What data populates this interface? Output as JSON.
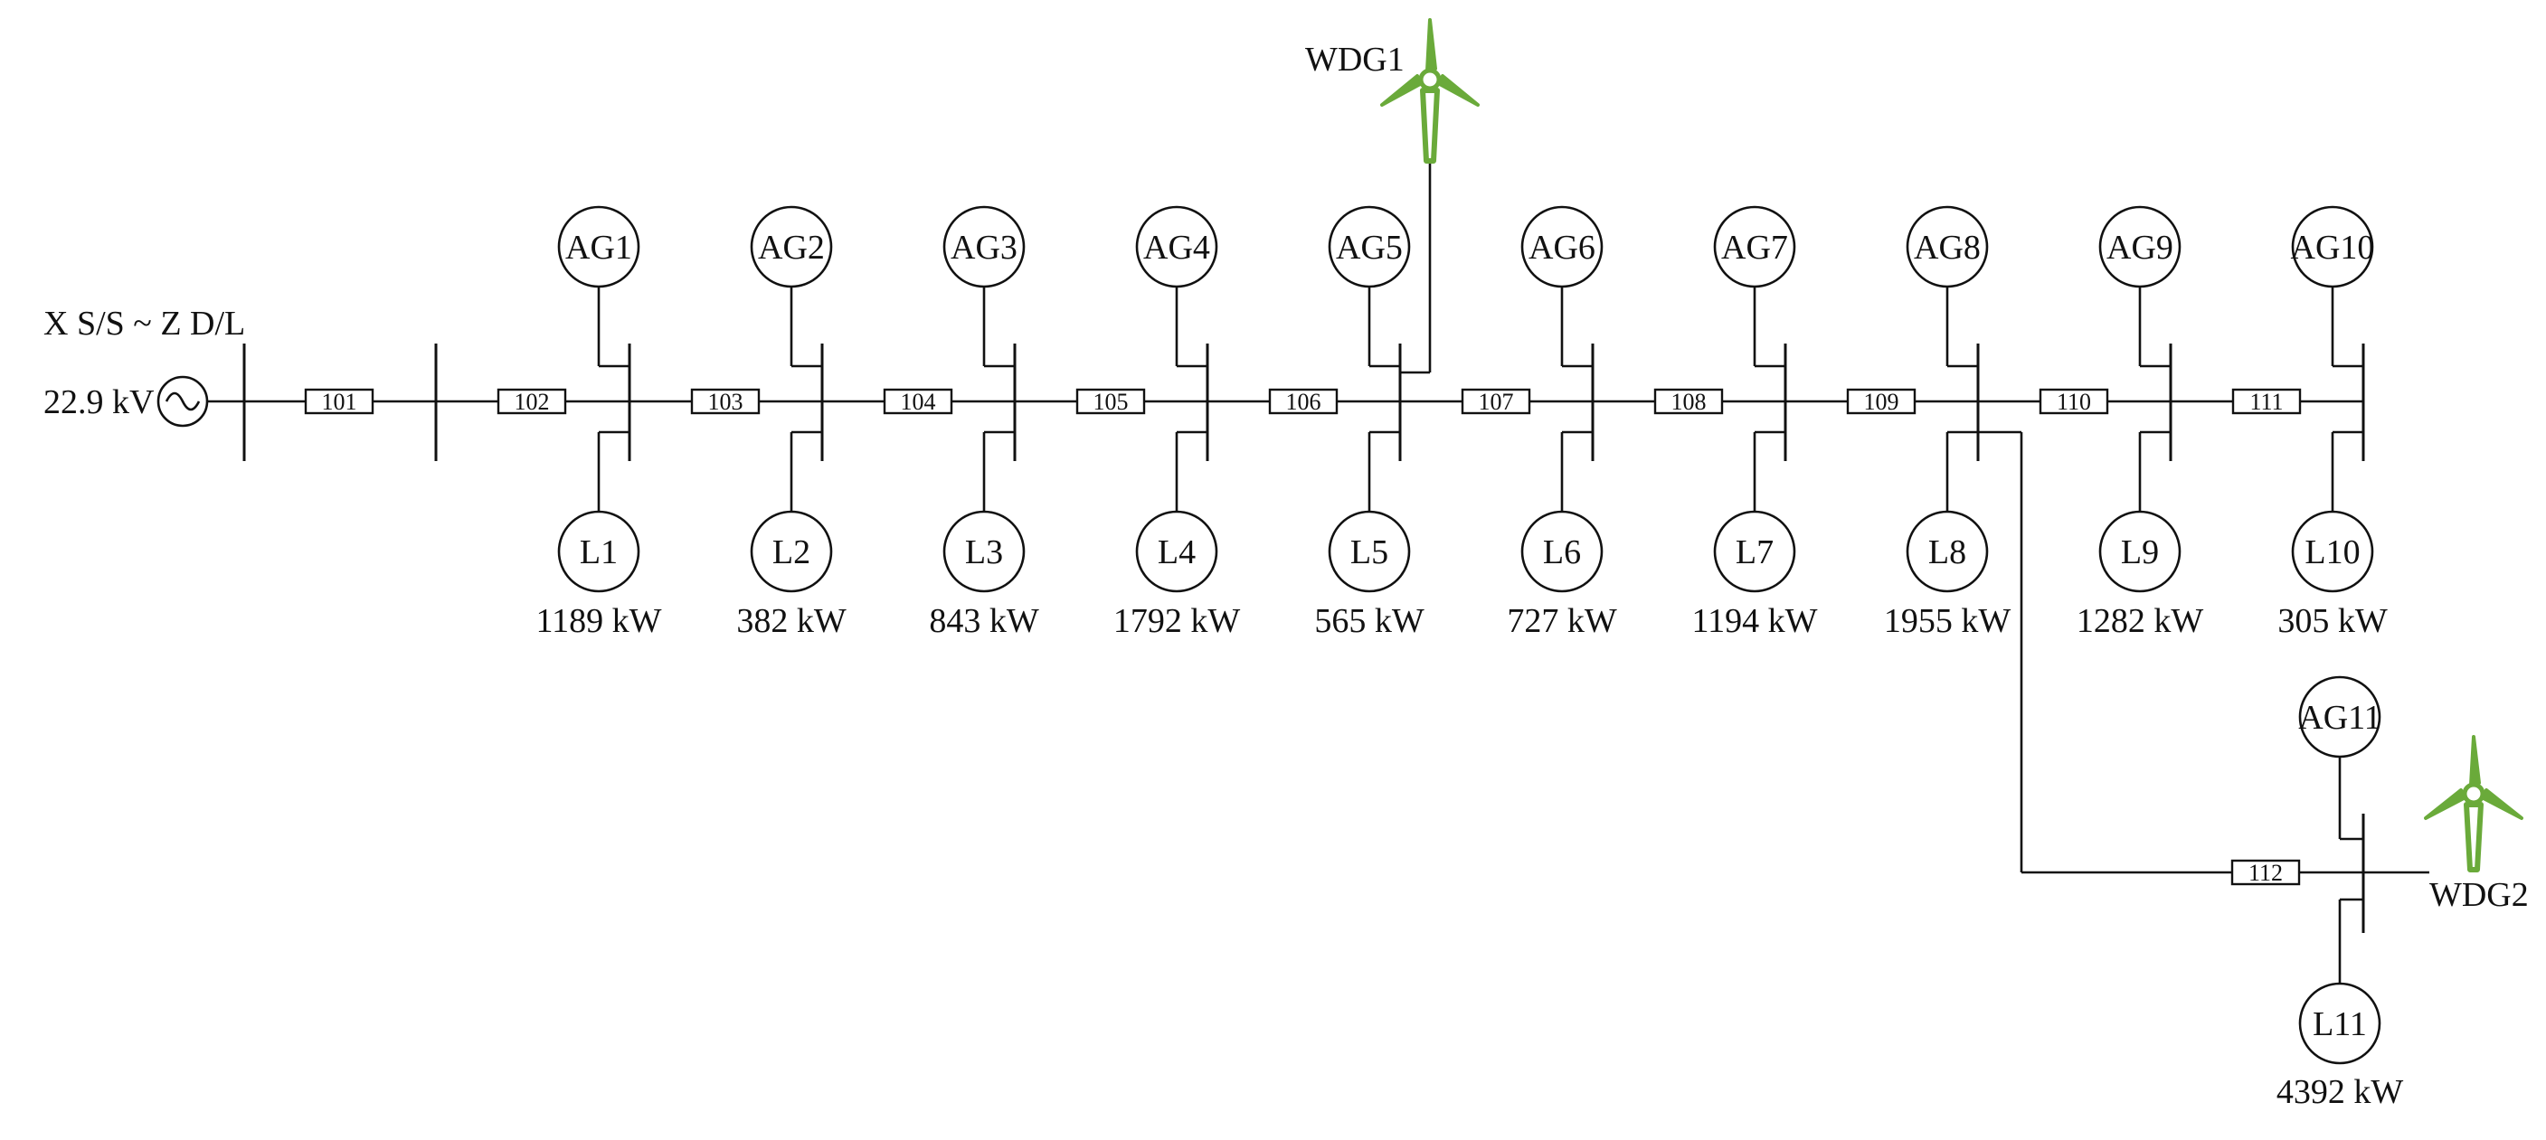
{
  "source": {
    "label": "X S/S ~ Z D/L",
    "voltage": "22.9 kV",
    "icon": "ac-source-icon"
  },
  "feeder_breakers": [
    "101",
    "102"
  ],
  "nodes": [
    {
      "ag": "AG1",
      "breaker": "103",
      "load": "L1",
      "kw": "1189 kW"
    },
    {
      "ag": "AG2",
      "breaker": "104",
      "load": "L2",
      "kw": "382 kW"
    },
    {
      "ag": "AG3",
      "breaker": "105",
      "load": "L3",
      "kw": "843 kW"
    },
    {
      "ag": "AG4",
      "breaker": "106",
      "load": "L4",
      "kw": "1792 kW"
    },
    {
      "ag": "AG5",
      "breaker": "107",
      "load": "L5",
      "kw": "565 kW"
    },
    {
      "ag": "AG6",
      "breaker": "108",
      "load": "L6",
      "kw": "727 kW"
    },
    {
      "ag": "AG7",
      "breaker": "109",
      "load": "L7",
      "kw": "1194 kW"
    },
    {
      "ag": "AG8",
      "breaker": "110",
      "load": "L8",
      "kw": "1955 kW"
    },
    {
      "ag": "AG9",
      "breaker": "111",
      "load": "L9",
      "kw": "1282 kW"
    },
    {
      "ag": "AG10",
      "breaker": "",
      "load": "L10",
      "kw": "305 kW"
    }
  ],
  "branch": {
    "ag": "AG11",
    "breaker": "112",
    "load": "L11",
    "kw": "4392 kW"
  },
  "wind_generators": [
    {
      "label": "WDG1",
      "attached_to": "AG5"
    },
    {
      "label": "WDG2",
      "attached_to": "AG11"
    }
  ],
  "colors": {
    "line": "#111111",
    "wind_turbine": "#6aaa3a"
  }
}
